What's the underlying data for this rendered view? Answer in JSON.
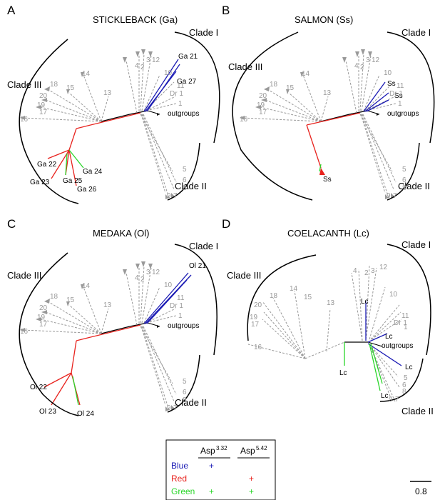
{
  "panels": [
    {
      "letter": "A",
      "title": "STICKLEBACK (Ga)",
      "clade1": "Clade I",
      "clade2": "Clade II",
      "clade3": "Clade III",
      "labels": [
        "Ga 21",
        "Ga 27",
        "Ga 22",
        "Ga 23",
        "Ga 24",
        "Ga 25",
        "Ga 26"
      ],
      "outgroups": "outgroups"
    },
    {
      "letter": "B",
      "title": "SALMON (Ss)",
      "clade1": "Clade I",
      "clade2": "Clade II",
      "clade3": "Clade III",
      "labels": [
        "Ss",
        "Ss",
        "Ss"
      ],
      "outgroups": "outgroups"
    },
    {
      "letter": "C",
      "title": "MEDAKA (Ol)",
      "clade1": "Clade I",
      "clade2": "Clade II",
      "clade3": "Clade III",
      "labels": [
        "Ol 21",
        "Ol 22",
        "Ol 23",
        "Ol 24"
      ],
      "outgroups": "outgroups"
    },
    {
      "letter": "D",
      "title": "COELACANTH (Lc)",
      "clade1": "Clade I",
      "clade2": "Clade II",
      "clade3": "Clade III",
      "labels": [
        "Lc",
        "Lc",
        "Lc",
        "Lc",
        "Lc"
      ],
      "outgroups": "outgroups"
    }
  ],
  "tips": [
    "4",
    "2",
    "3",
    "12",
    "10",
    "11",
    "Dr 1",
    "1",
    "14",
    "15",
    "13",
    "18",
    "20",
    "19",
    "17",
    "16",
    "5",
    "6",
    "9",
    "7",
    "8"
  ],
  "legend": {
    "col1": "Asp",
    "col1_sup": "3.32",
    "col2": "Asp",
    "col2_sup": "5.42",
    "rows": [
      {
        "label": "Blue",
        "col1": "+",
        "col2": "",
        "color": "#1a1ab4"
      },
      {
        "label": "Red",
        "col1": "",
        "col2": "+",
        "color": "#e8231e"
      },
      {
        "label": "Green",
        "col1": "+",
        "col2": "+",
        "color": "#2ad62a"
      }
    ]
  },
  "scale_bar": {
    "label": "0.8"
  },
  "colors": {
    "blue": "#1a1ab4",
    "red": "#e8231e",
    "green": "#2ad62a",
    "grey": "#999999"
  }
}
